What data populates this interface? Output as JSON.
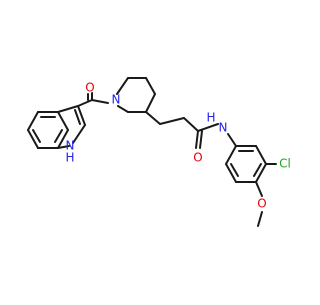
{
  "molecule": {
    "atom_labels": {
      "carbonyl_oxygen_left": "O",
      "piperidine_nitrogen": "N",
      "indole_nitrogen": "N",
      "indole_hydrogen": "H",
      "amide_oxygen_right": "O",
      "amide_nitrogen": "N",
      "amide_hydrogen": "H",
      "chloro": "Cl",
      "methoxy_oxygen": "O"
    },
    "colors": {
      "bond": "#1a1a1a",
      "oxygen": "#e8000b",
      "nitrogen": "#2424e8",
      "chlorine": "#1fa81f"
    }
  }
}
